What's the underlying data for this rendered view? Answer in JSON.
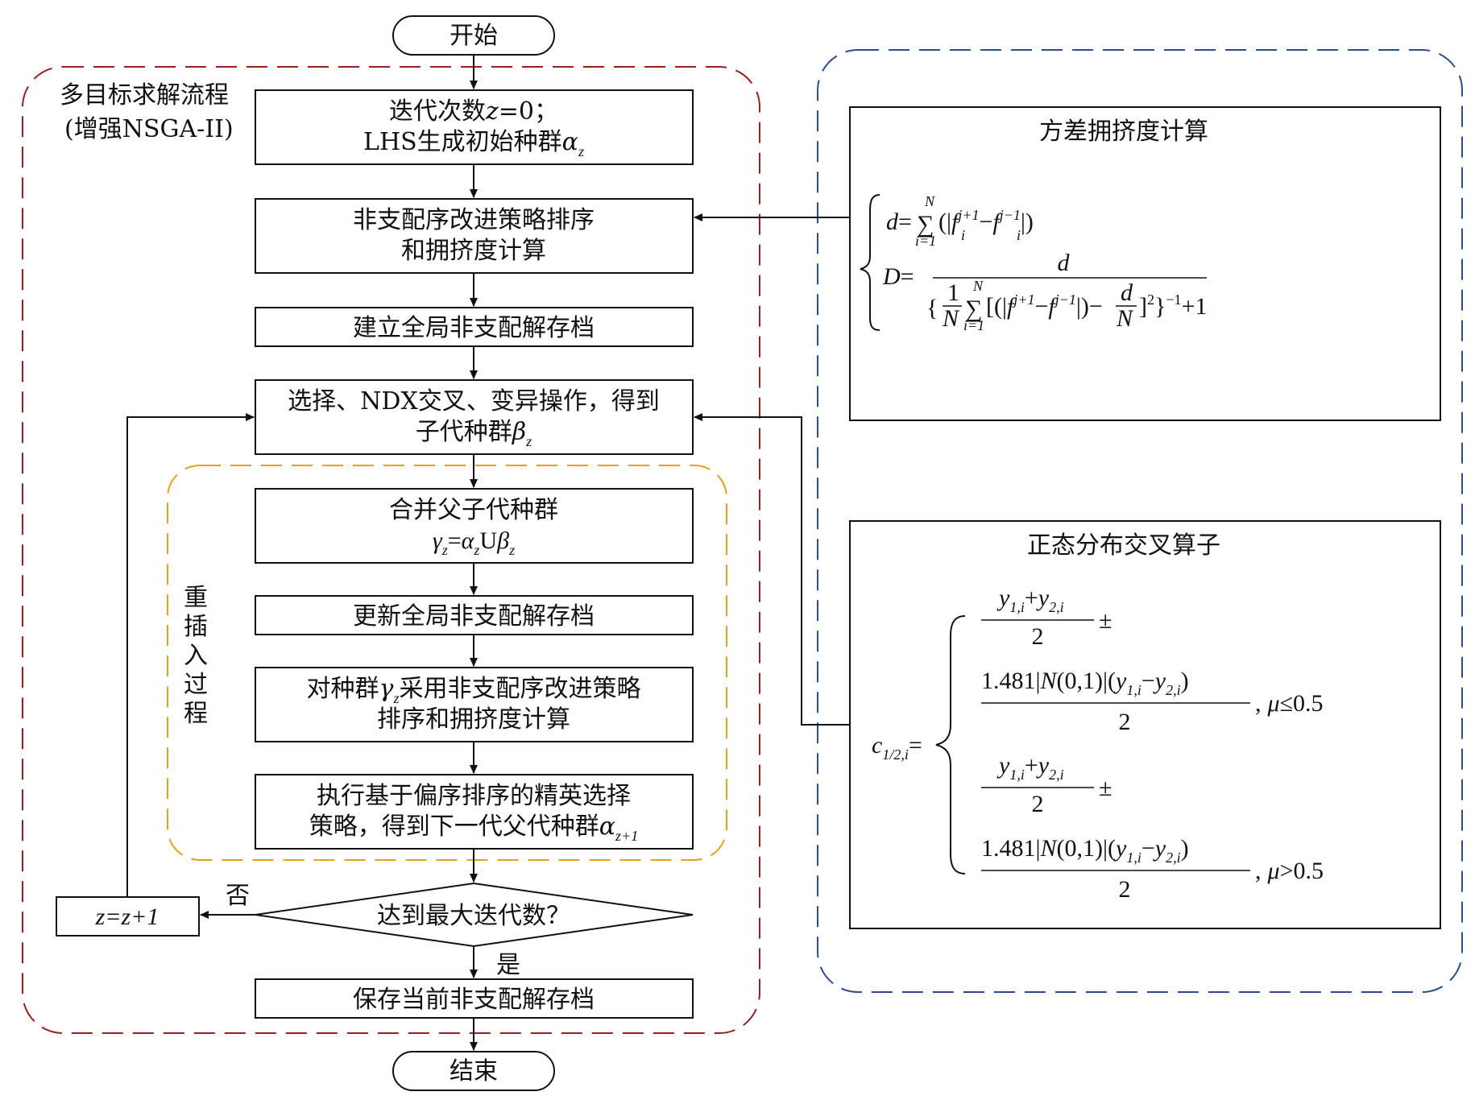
{
  "start": "开始",
  "end": "结束",
  "main_group": {
    "title_line1": "多目标求解流程",
    "title_line2": "(增强NSGA-II)"
  },
  "reinsert_group": {
    "label": [
      "重",
      "插",
      "入",
      "过",
      "程"
    ]
  },
  "boxes": {
    "init_line1_prefix": "迭代次数",
    "init_line1_var": "z",
    "init_line1_suffix": "=0；",
    "init_line2_prefix": "LHS生成初始种群",
    "init_line2_var": "α",
    "init_line2_sub": "z",
    "sort_line1": "非支配序改进策略排序",
    "sort_line2": "和拥挤度计算",
    "archive": "建立全局非支配解存档",
    "select_line1": "选择、NDX交叉、变异操作，得到",
    "select_line2_prefix": "子代种群",
    "select_line2_var": "β",
    "select_line2_sub": "z",
    "merge_line1": "合并父子代种群",
    "merge_line2_g": "γ",
    "merge_line2_sub": "z",
    "merge_line2_eq": "=",
    "merge_line2_a": "α",
    "merge_line2_U": "U",
    "merge_line2_b": "β",
    "update": "更新全局非支配解存档",
    "resort_line1_prefix": "对种群",
    "resort_line1_var": "γ",
    "resort_line1_sub": "z",
    "resort_line1_suffix": "采用非支配序改进策略",
    "resort_line2": "排序和拥挤度计算",
    "elite_line1": "执行基于偏序排序的精英选择",
    "elite_line2_prefix": "策略，得到下一代父代种群",
    "elite_line2_var": "α",
    "elite_line2_sub": "z+1",
    "decision": "达到最大迭代数？",
    "no": "否",
    "yes": "是",
    "increment": "z=z+1",
    "save": "保存当前非支配解存档"
  },
  "crowding_panel": {
    "title": "方差拥挤度计算",
    "d_lhs": "d",
    "D_lhs": "D",
    "eq": "=",
    "sum": "∑",
    "N": "N",
    "i1": "i=1",
    "f": "f",
    "i": "i",
    "jp": "j+1",
    "jm": "j−1",
    "one": "1",
    "d": "d",
    "exp_m1": "−1",
    "sq": "2",
    "plus1": "+1"
  },
  "ndx_panel": {
    "title": "正态分布交叉算子",
    "lhs_c": "c",
    "lhs_sub": "1/2,i",
    "eq": "=",
    "y": "y",
    "sub1": "1,i",
    "sub2": "2,i",
    "plus": "+",
    "pm": "±",
    "two": "2",
    "coef": "1.481|",
    "Nfn": "N",
    "args": "(0,1)|(",
    "minus": "−",
    "close": ")",
    "mu": "μ",
    "cond1": "≤0.5",
    "cond2": ">0.5",
    "comma": ","
  },
  "colors": {
    "main_border": "#9b1c22",
    "reinsert_border": "#e3a21a",
    "right_border": "#2b4c8c",
    "line": "#111111"
  }
}
